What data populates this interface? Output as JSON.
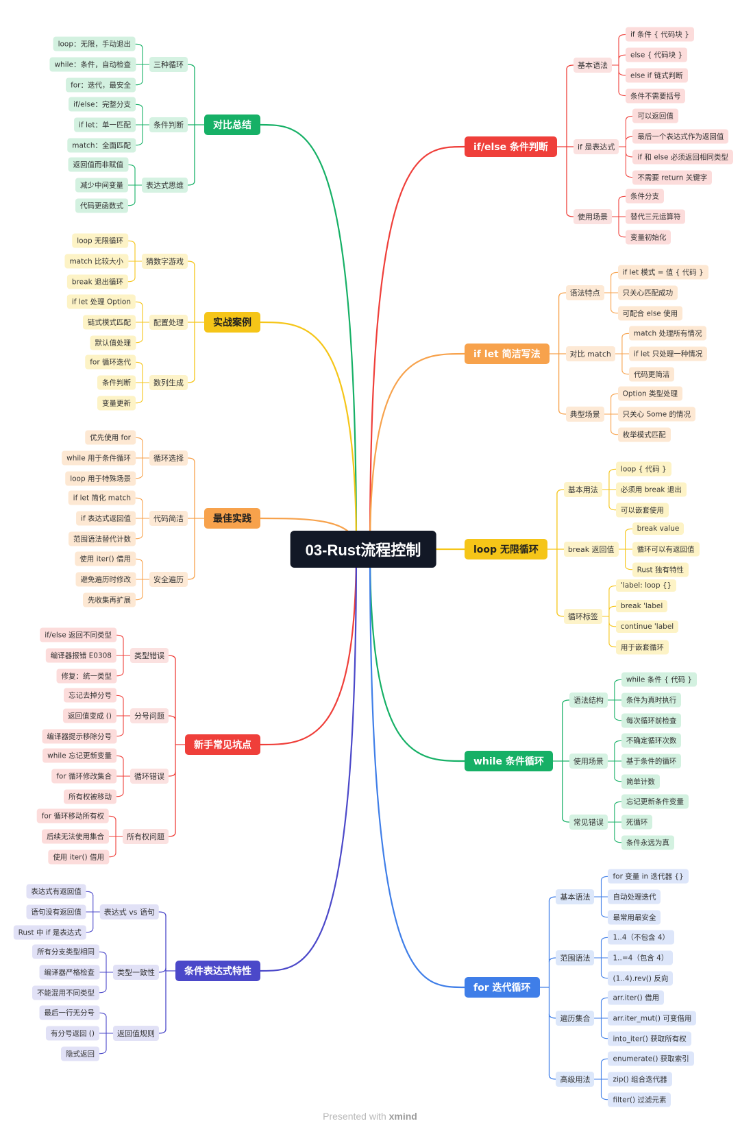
{
  "title": "03-Rust流程控制",
  "footer": {
    "prefix": "Presented with",
    "brand": "xmind"
  },
  "branches": [
    {
      "label": "if/else 条件判断",
      "color": "#ef3f3a",
      "sub_bg": "#fbe1e0",
      "leaf_bg": "#fcdcdb",
      "text_dark": false,
      "groups": [
        {
          "label": "基本语法",
          "items": [
            "if 条件 { 代码块 }",
            "else { 代码块 }",
            "else if 链式判断",
            "条件不需要括号"
          ]
        },
        {
          "label": "if 是表达式",
          "items": [
            "可以返回值",
            "最后一个表达式作为返回值",
            "if 和 else 必须返回相同类型",
            "不需要 return 关键字"
          ]
        },
        {
          "label": "使用场景",
          "items": [
            "条件分支",
            "替代三元运算符",
            "变量初始化"
          ]
        }
      ]
    },
    {
      "label": "if let 简洁写法",
      "color": "#f7a24c",
      "sub_bg": "#fde9d5",
      "leaf_bg": "#fde8d3",
      "text_dark": false,
      "groups": [
        {
          "label": "语法特点",
          "items": [
            "if let 模式 = 值 { 代码 }",
            "只关心匹配成功",
            "可配合 else 使用"
          ]
        },
        {
          "label": "对比 match",
          "items": [
            "match 处理所有情况",
            "if let 只处理一种情况",
            "代码更简洁"
          ]
        },
        {
          "label": "典型场景",
          "items": [
            "Option 类型处理",
            "只关心 Some 的情况",
            "枚举模式匹配"
          ]
        }
      ]
    },
    {
      "label": "loop 无限循环",
      "color": "#f5c518",
      "sub_bg": "#fdf3c9",
      "leaf_bg": "#fdf3c6",
      "text_dark": true,
      "groups": [
        {
          "label": "基本用法",
          "items": [
            "loop { 代码 }",
            "必须用 break 退出",
            "可以嵌套使用"
          ]
        },
        {
          "label": "break 返回值",
          "items": [
            "break value",
            "循环可以有返回值",
            "Rust 独有特性"
          ]
        },
        {
          "label": "循环标签",
          "items": [
            "'label: loop {}",
            "break 'label",
            "continue 'label",
            "用于嵌套循环"
          ]
        }
      ]
    },
    {
      "label": "while 条件循环",
      "color": "#16b066",
      "sub_bg": "#d5f2e2",
      "leaf_bg": "#d3f1e0",
      "text_dark": false,
      "groups": [
        {
          "label": "语法结构",
          "items": [
            "while 条件 { 代码 }",
            "条件为真时执行",
            "每次循环前检查"
          ]
        },
        {
          "label": "使用场景",
          "items": [
            "不确定循环次数",
            "基于条件的循环",
            "简单计数"
          ]
        },
        {
          "label": "常见错误",
          "items": [
            "忘记更新条件变量",
            "死循环",
            "条件永远为真"
          ]
        }
      ]
    },
    {
      "label": "for 迭代循环",
      "color": "#3f7ee8",
      "sub_bg": "#dce7fa",
      "leaf_bg": "#dde6fa",
      "text_dark": false,
      "groups": [
        {
          "label": "基本语法",
          "items": [
            "for 变量 in 迭代器 {}",
            "自动处理迭代",
            "最常用最安全"
          ]
        },
        {
          "label": "范围语法",
          "items": [
            "1..4（不包含 4）",
            "1..=4（包含 4）",
            "(1..4).rev() 反向"
          ]
        },
        {
          "label": "遍历集合",
          "items": [
            "arr.iter() 借用",
            "arr.iter_mut() 可变借用",
            "into_iter() 获取所有权"
          ]
        },
        {
          "label": "高级用法",
          "items": [
            "enumerate() 获取索引",
            "zip() 组合迭代器",
            "filter() 过滤元素"
          ]
        }
      ]
    },
    {
      "label": "对比总结",
      "color": "#16b066",
      "sub_bg": "#d5f2e2",
      "leaf_bg": "#d3f1e0",
      "text_dark": false,
      "groups": [
        {
          "label": "三种循环",
          "items": [
            "loop：无限，手动退出",
            "while：条件，自动检查",
            "for：迭代，最安全"
          ]
        },
        {
          "label": "条件判断",
          "items": [
            "if/else：完整分支",
            "if let：单一匹配",
            "match：全面匹配"
          ]
        },
        {
          "label": "表达式思维",
          "items": [
            "返回值而非赋值",
            "减少中间变量",
            "代码更函数式"
          ]
        }
      ]
    },
    {
      "label": "实战案例",
      "color": "#f5c518",
      "sub_bg": "#fdf3c9",
      "leaf_bg": "#fdf3c6",
      "text_dark": true,
      "groups": [
        {
          "label": "猜数字游戏",
          "items": [
            "loop 无限循环",
            "match 比较大小",
            "break 退出循环"
          ]
        },
        {
          "label": "配置处理",
          "items": [
            "if let 处理 Option",
            "链式模式匹配",
            "默认值处理"
          ]
        },
        {
          "label": "数列生成",
          "items": [
            "for 循环迭代",
            "条件判断",
            "变量更新"
          ]
        }
      ]
    },
    {
      "label": "最佳实践",
      "color": "#f7a24c",
      "sub_bg": "#fde9d5",
      "leaf_bg": "#fde8d3",
      "text_dark": true,
      "groups": [
        {
          "label": "循环选择",
          "items": [
            "优先使用 for",
            "while 用于条件循环",
            "loop 用于特殊场景"
          ]
        },
        {
          "label": "代码简洁",
          "items": [
            "if let 简化 match",
            "if 表达式返回值",
            "范围语法替代计数"
          ]
        },
        {
          "label": "安全遍历",
          "items": [
            "使用 iter() 借用",
            "避免遍历时修改",
            "先收集再扩展"
          ]
        }
      ]
    },
    {
      "label": "新手常见坑点",
      "color": "#ef3f3a",
      "sub_bg": "#fbe1e0",
      "leaf_bg": "#fcdcdb",
      "text_dark": false,
      "groups": [
        {
          "label": "类型错误",
          "items": [
            "if/else 返回不同类型",
            "编译器报错 E0308",
            "修复：统一类型"
          ]
        },
        {
          "label": "分号问题",
          "items": [
            "忘记去掉分号",
            "返回值变成 ()",
            "编译器提示移除分号"
          ]
        },
        {
          "label": "循环错误",
          "items": [
            "while 忘记更新变量",
            "for 循环修改集合",
            "所有权被移动"
          ]
        },
        {
          "label": "所有权问题",
          "items": [
            "for 循环移动所有权",
            "后续无法使用集合",
            "使用 iter() 借用"
          ]
        }
      ]
    },
    {
      "label": "条件表达式特性",
      "color": "#4b48c9",
      "sub_bg": "#e1e1f6",
      "leaf_bg": "#e1e1f6",
      "text_dark": false,
      "groups": [
        {
          "label": "表达式 vs 语句",
          "items": [
            "表达式有返回值",
            "语句没有返回值",
            "Rust 中 if 是表达式"
          ]
        },
        {
          "label": "类型一致性",
          "items": [
            "所有分支类型相同",
            "编译器严格检查",
            "不能混用不同类型"
          ]
        },
        {
          "label": "返回值规则",
          "items": [
            "最后一行无分号",
            "有分号返回 ()",
            "隐式返回"
          ]
        }
      ]
    }
  ]
}
